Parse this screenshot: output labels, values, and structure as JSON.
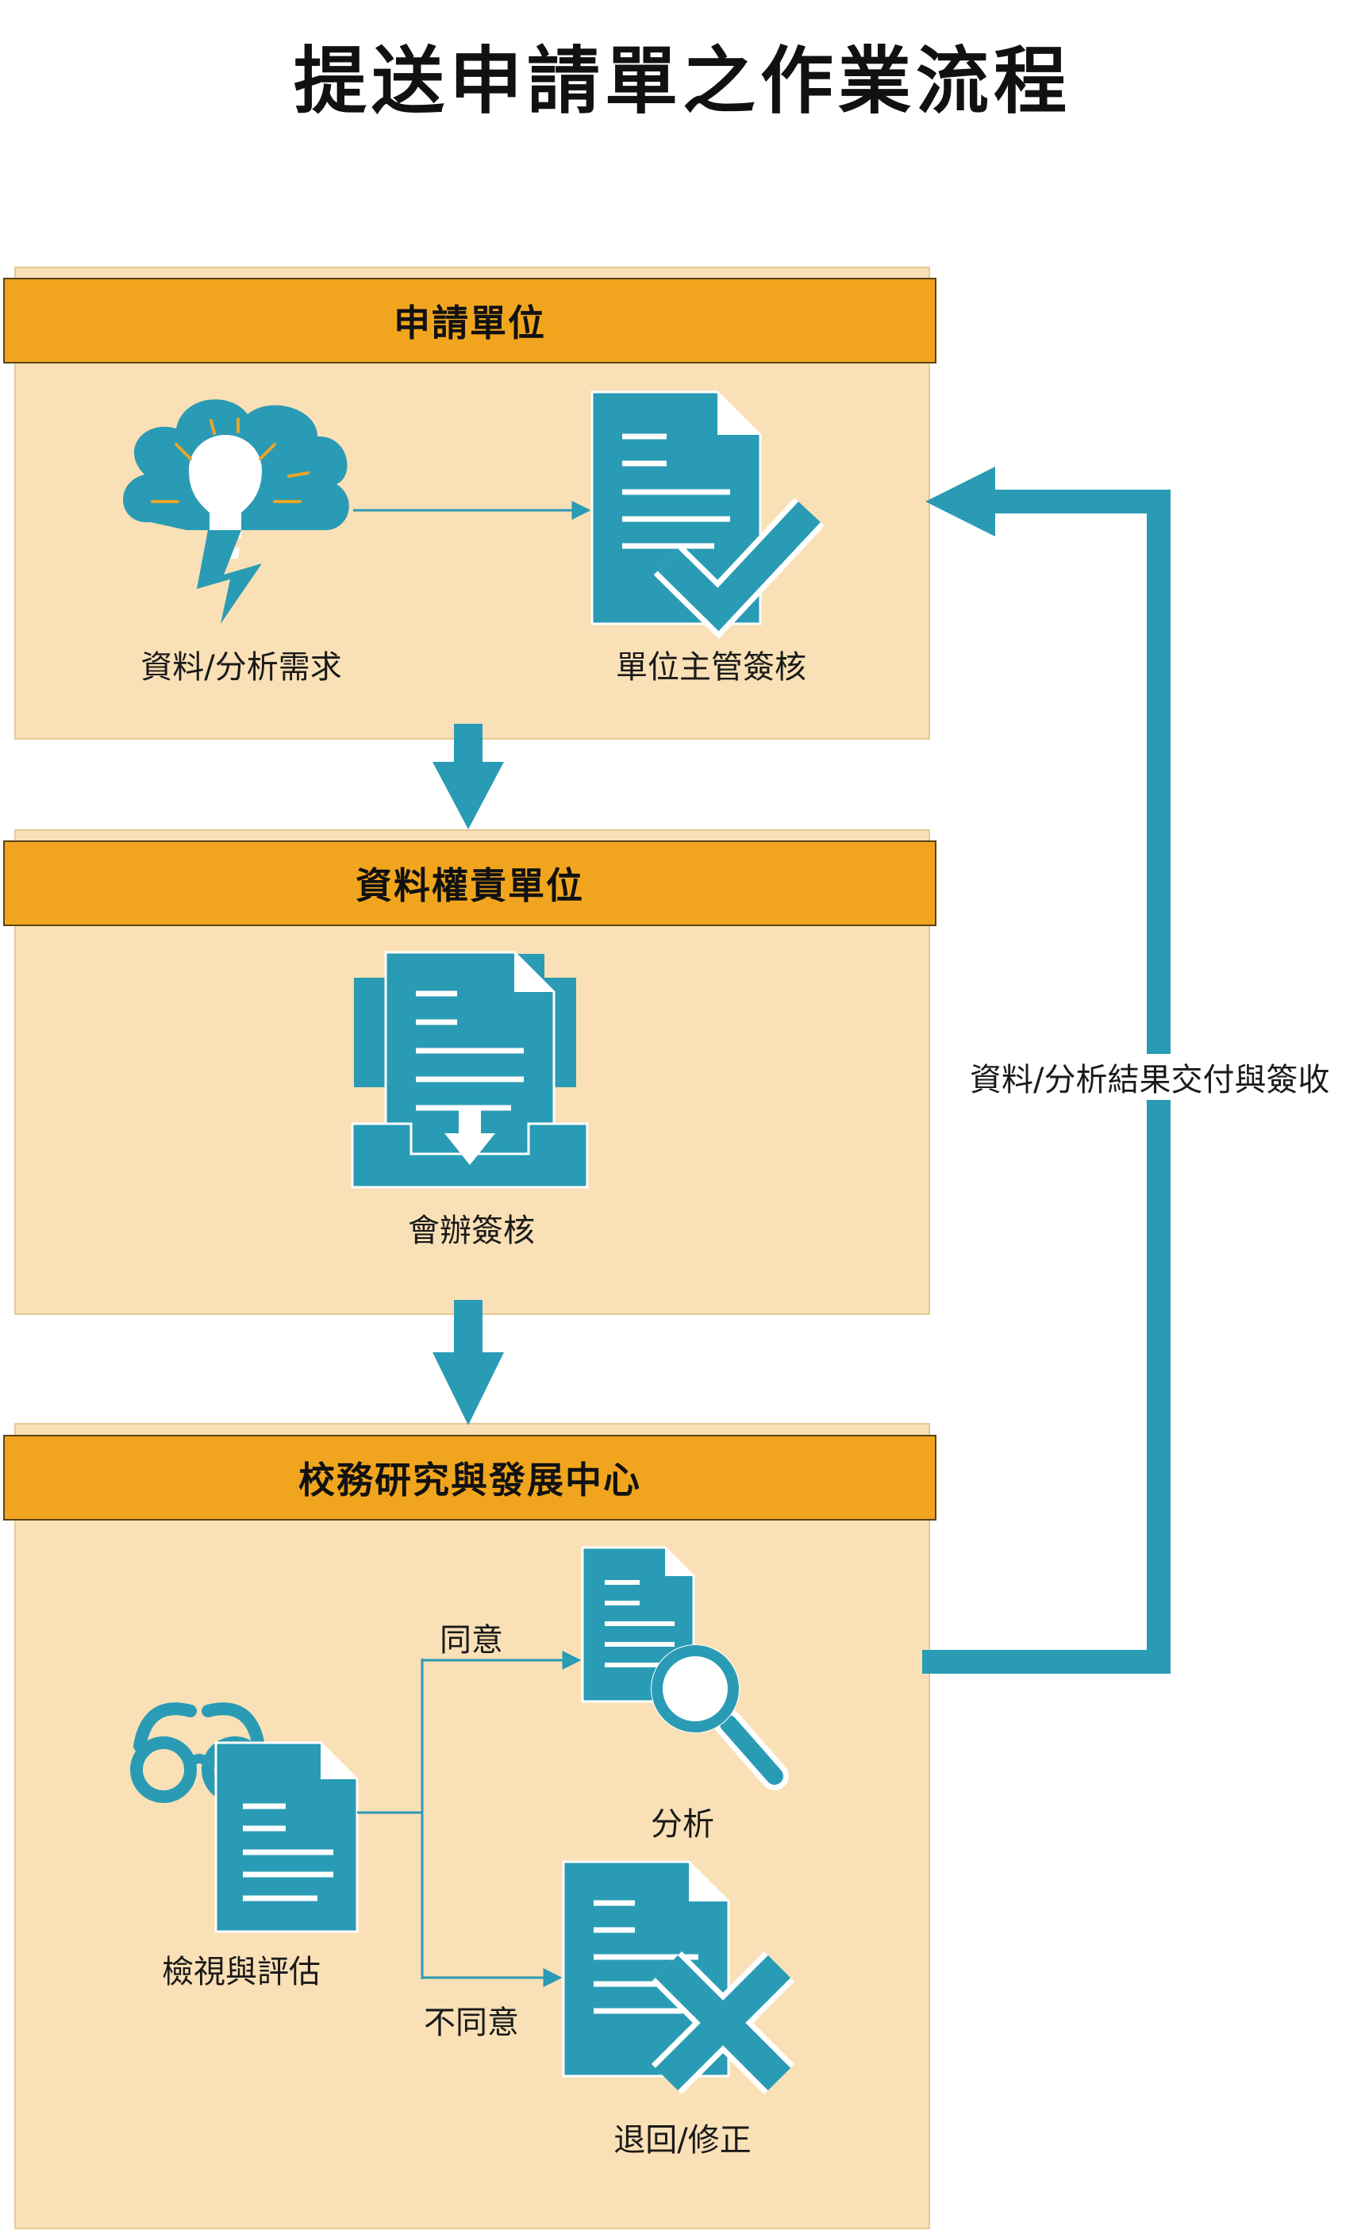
{
  "title": "提送申請單之作業流程",
  "sections": [
    {
      "header": "申請單位",
      "nodes": [
        {
          "label": "資料/分析需求",
          "icon": "brainstorm-icon"
        },
        {
          "label": "單位主管簽核",
          "icon": "document-check-icon"
        }
      ]
    },
    {
      "header": "資料權責單位",
      "nodes": [
        {
          "label": "會辦簽核",
          "icon": "document-inbox-icon"
        }
      ]
    },
    {
      "header": "校務研究與發展中心",
      "nodes": [
        {
          "label": "檢視與評估",
          "icon": "glasses-document-icon"
        },
        {
          "label": "分析",
          "icon": "document-search-icon"
        },
        {
          "label": "退回/修正",
          "icon": "document-reject-icon"
        }
      ],
      "branches": {
        "agree": "同意",
        "disagree": "不同意"
      }
    }
  ],
  "return_flow_label": "資料/分析結果交付與簽收",
  "colors": {
    "section_fill": "#f9e0b6",
    "header_fill": "#f1a51f",
    "icon_teal": "#2a9bb4"
  }
}
